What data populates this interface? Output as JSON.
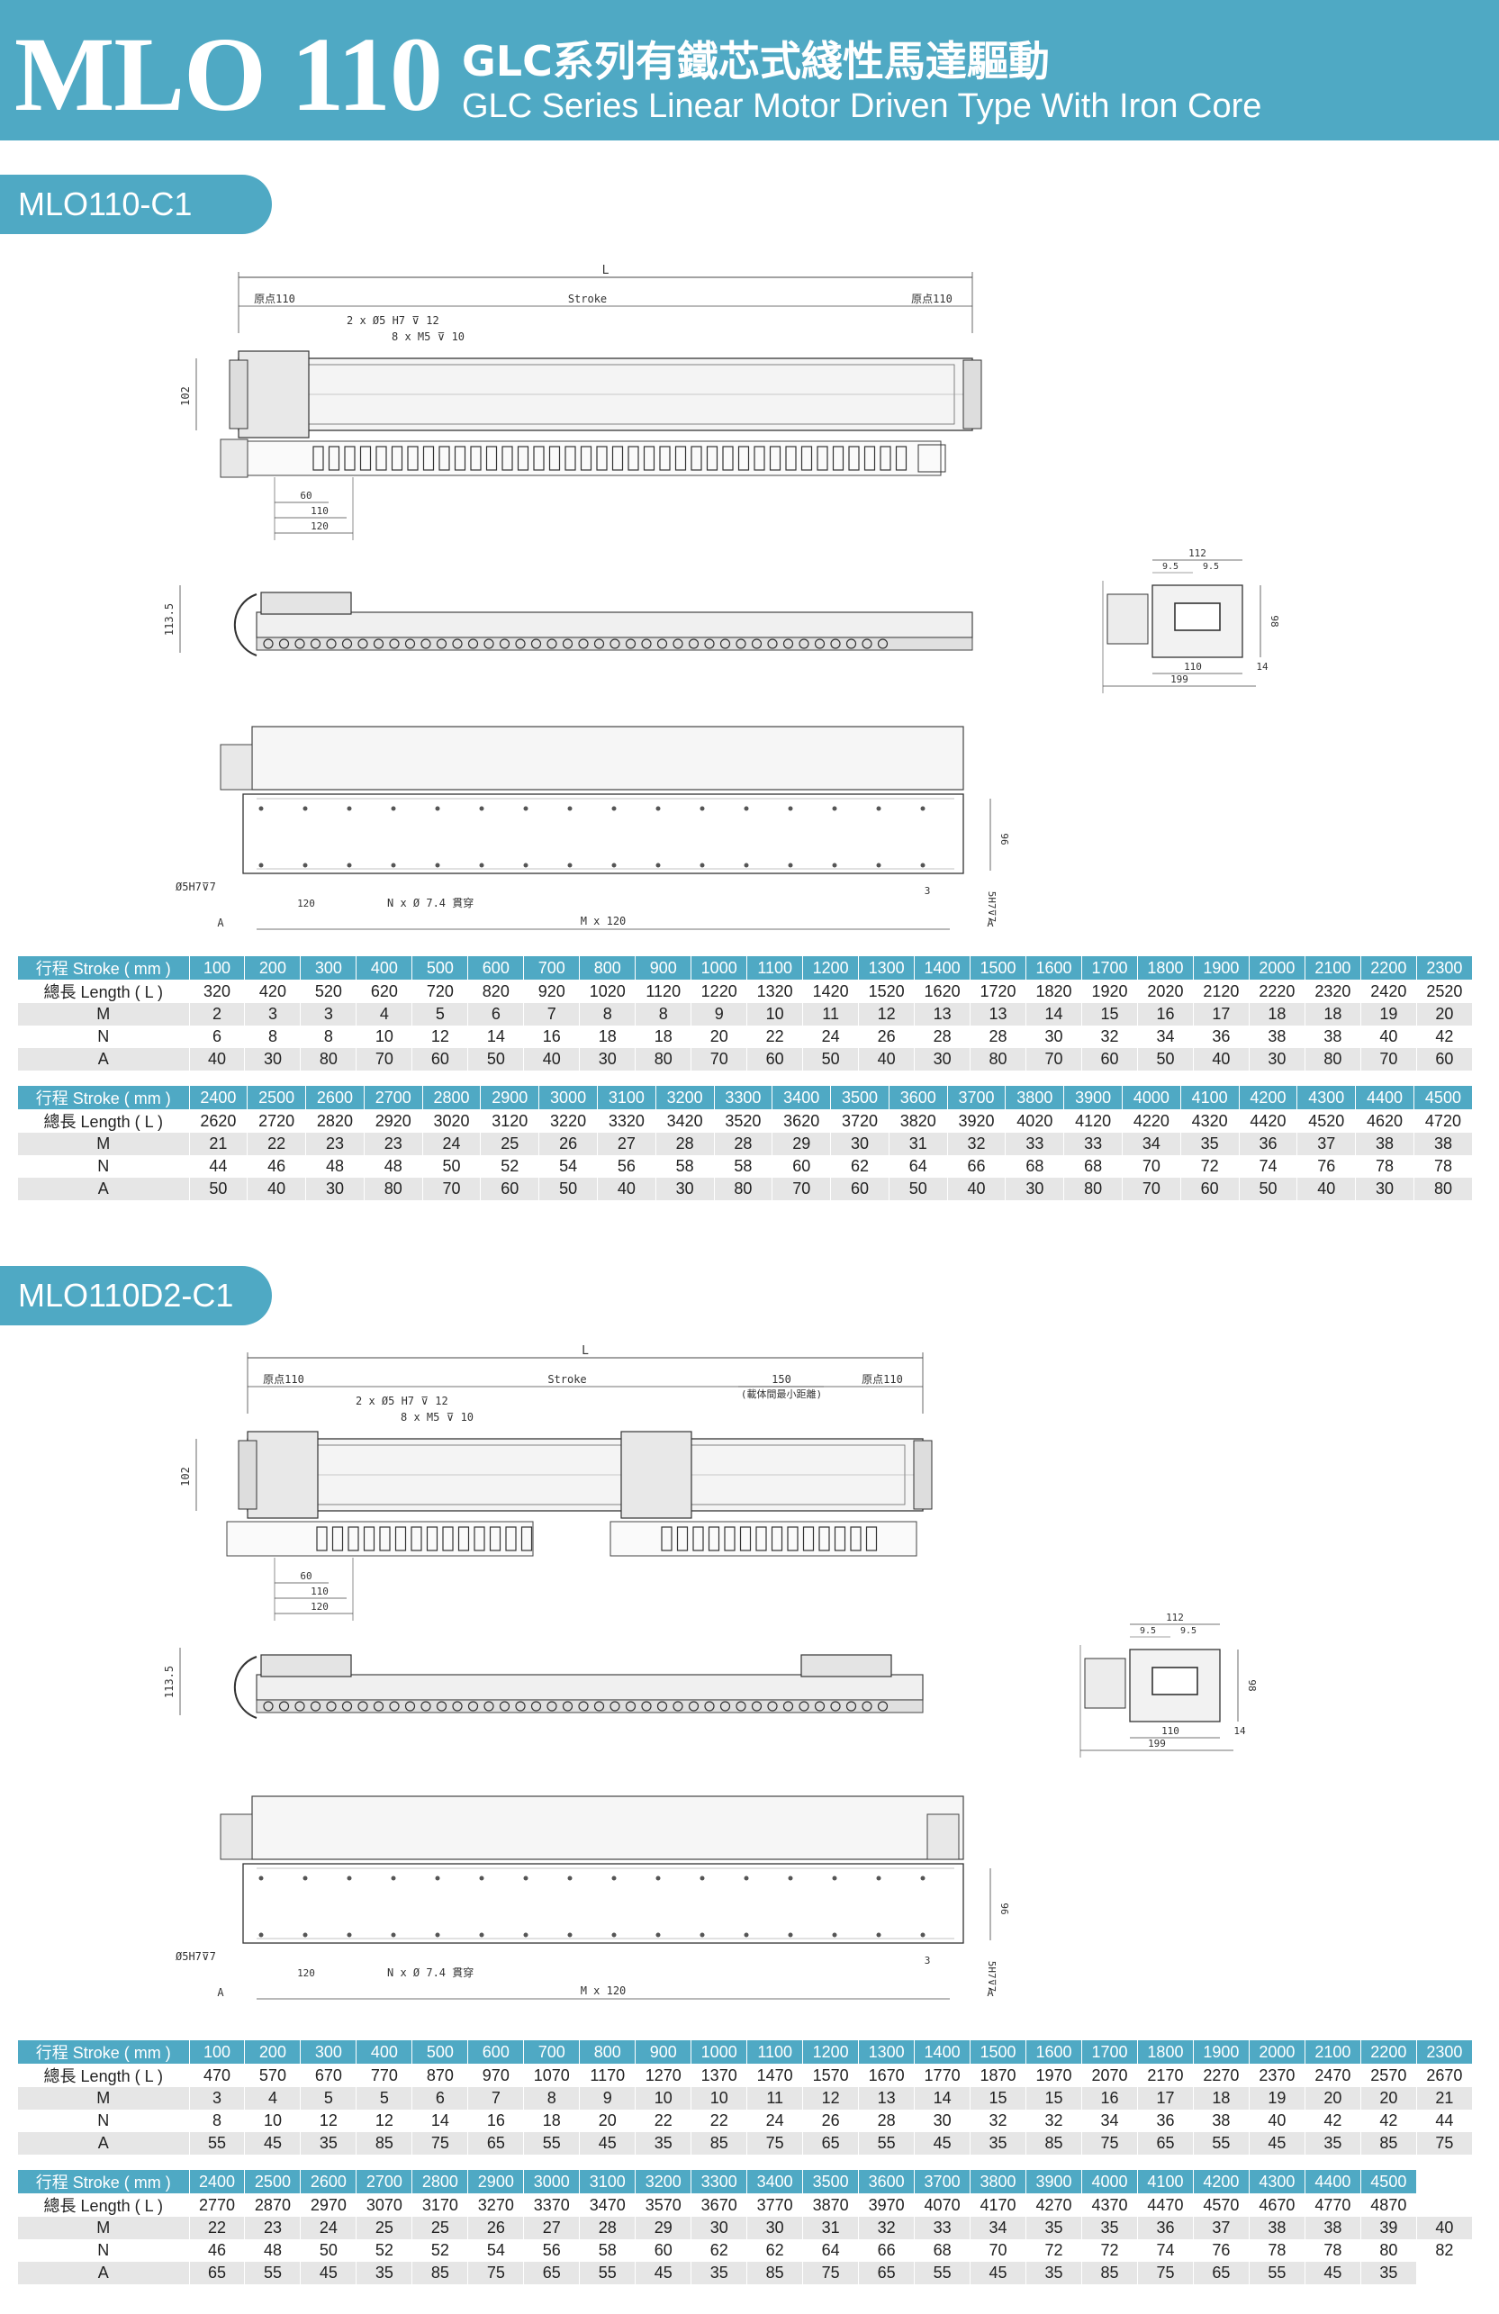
{
  "header": {
    "model": "MLO 110",
    "title_zh": "GLC系列有鐵芯式綫性馬達驅動",
    "title_en": "GLC Series Linear Motor Driven Type With Iron Core",
    "bar_color": "#4fa9c4"
  },
  "section1": {
    "tab": "MLO110-C1",
    "dims": {
      "L": "L",
      "stroke": "Stroke",
      "origin_left": "原点110",
      "origin_right": "原点110",
      "pin_hole": "2 x Ø5 H7 ⊽ 12",
      "tap_hole": "8 x M5 ⊽ 10",
      "h102": "102",
      "w60": "60",
      "w110": "110",
      "w120": "120",
      "w112": "112",
      "w95a": "9.5",
      "w95b": "9.5",
      "h98": "98",
      "w110b": "110",
      "w14": "14",
      "w199": "199",
      "h1135": "113.5",
      "hole_pin": "Ø5H7⊽7",
      "hole_pass": "N x Ø 7.4 貫穿",
      "pitch": "M x 120",
      "w120b": "120",
      "w3": "3",
      "h96": "96",
      "h5h7": "5H7⊽7",
      "marker_a1": "A",
      "marker_a2": "A"
    },
    "tables": [
      {
        "labels": [
          "行程 Stroke ( mm )",
          "總長 Length ( L )",
          "M",
          "N",
          "A"
        ],
        "stroke": [
          "100",
          "200",
          "300",
          "400",
          "500",
          "600",
          "700",
          "800",
          "900",
          "1000",
          "1100",
          "1200",
          "1300",
          "1400",
          "1500",
          "1600",
          "1700",
          "1800",
          "1900",
          "2000",
          "2100",
          "2200",
          "2300"
        ],
        "length": [
          "320",
          "420",
          "520",
          "620",
          "720",
          "820",
          "920",
          "1020",
          "1120",
          "1220",
          "1320",
          "1420",
          "1520",
          "1620",
          "1720",
          "1820",
          "1920",
          "2020",
          "2120",
          "2220",
          "2320",
          "2420",
          "2520"
        ],
        "M": [
          "2",
          "3",
          "3",
          "4",
          "5",
          "6",
          "7",
          "8",
          "8",
          "9",
          "10",
          "11",
          "12",
          "13",
          "13",
          "14",
          "15",
          "16",
          "17",
          "18",
          "18",
          "19",
          "20"
        ],
        "N": [
          "6",
          "8",
          "8",
          "10",
          "12",
          "14",
          "16",
          "18",
          "18",
          "20",
          "22",
          "24",
          "26",
          "28",
          "28",
          "30",
          "32",
          "34",
          "36",
          "38",
          "38",
          "40",
          "42"
        ],
        "A": [
          "40",
          "30",
          "80",
          "70",
          "60",
          "50",
          "40",
          "30",
          "80",
          "70",
          "60",
          "50",
          "40",
          "30",
          "80",
          "70",
          "60",
          "50",
          "40",
          "30",
          "80",
          "70",
          "60"
        ]
      },
      {
        "labels": [
          "行程 Stroke ( mm )",
          "總長 Length ( L )",
          "M",
          "N",
          "A"
        ],
        "stroke": [
          "2400",
          "2500",
          "2600",
          "2700",
          "2800",
          "2900",
          "3000",
          "3100",
          "3200",
          "3300",
          "3400",
          "3500",
          "3600",
          "3700",
          "3800",
          "3900",
          "4000",
          "4100",
          "4200",
          "4300",
          "4400",
          "4500"
        ],
        "length": [
          "2620",
          "2720",
          "2820",
          "2920",
          "3020",
          "3120",
          "3220",
          "3320",
          "3420",
          "3520",
          "3620",
          "3720",
          "3820",
          "3920",
          "4020",
          "4120",
          "4220",
          "4320",
          "4420",
          "4520",
          "4620",
          "4720"
        ],
        "M": [
          "21",
          "22",
          "23",
          "23",
          "24",
          "25",
          "26",
          "27",
          "28",
          "28",
          "29",
          "30",
          "31",
          "32",
          "33",
          "33",
          "34",
          "35",
          "36",
          "37",
          "38",
          "38"
        ],
        "N": [
          "44",
          "46",
          "48",
          "48",
          "50",
          "52",
          "54",
          "56",
          "58",
          "58",
          "60",
          "62",
          "64",
          "66",
          "68",
          "68",
          "70",
          "72",
          "74",
          "76",
          "78",
          "78"
        ],
        "A": [
          "50",
          "40",
          "30",
          "80",
          "70",
          "60",
          "50",
          "40",
          "30",
          "80",
          "70",
          "60",
          "50",
          "40",
          "30",
          "80",
          "70",
          "60",
          "50",
          "40",
          "30",
          "80"
        ]
      }
    ]
  },
  "section2": {
    "tab": "MLO110D2-C1",
    "dims": {
      "L": "L",
      "stroke": "Stroke",
      "origin_left": "原点110",
      "origin_right": "原点110",
      "gap150": "150",
      "gap_note": "(載体間最小距離)",
      "pin_hole": "2 x Ø5 H7 ⊽ 12",
      "tap_hole": "8 x M5 ⊽ 10",
      "h102": "102",
      "w60": "60",
      "w110": "110",
      "w120": "120",
      "w112": "112",
      "w95a": "9.5",
      "w95b": "9.5",
      "h98": "98",
      "w110b": "110",
      "w14": "14",
      "w199": "199",
      "h1135": "113.5",
      "hole_pin": "Ø5H7⊽7",
      "hole_pass": "N x Ø 7.4 貫穿",
      "pitch": "M x 120",
      "w120b": "120",
      "w3": "3",
      "h96": "96",
      "h5h7": "5H7⊽7",
      "marker_a1": "A",
      "marker_a2": "A"
    },
    "tables": [
      {
        "labels": [
          "行程 Stroke ( mm )",
          "總長 Length ( L )",
          "M",
          "N",
          "A"
        ],
        "stroke": [
          "100",
          "200",
          "300",
          "400",
          "500",
          "600",
          "700",
          "800",
          "900",
          "1000",
          "1100",
          "1200",
          "1300",
          "1400",
          "1500",
          "1600",
          "1700",
          "1800",
          "1900",
          "2000",
          "2100",
          "2200",
          "2300"
        ],
        "length": [
          "470",
          "570",
          "670",
          "770",
          "870",
          "970",
          "1070",
          "1170",
          "1270",
          "1370",
          "1470",
          "1570",
          "1670",
          "1770",
          "1870",
          "1970",
          "2070",
          "2170",
          "2270",
          "2370",
          "2470",
          "2570",
          "2670"
        ],
        "M": [
          "3",
          "4",
          "5",
          "5",
          "6",
          "7",
          "8",
          "9",
          "10",
          "10",
          "11",
          "12",
          "13",
          "14",
          "15",
          "15",
          "16",
          "17",
          "18",
          "19",
          "20",
          "20",
          "21"
        ],
        "N": [
          "8",
          "10",
          "12",
          "12",
          "14",
          "16",
          "18",
          "20",
          "22",
          "22",
          "24",
          "26",
          "28",
          "30",
          "32",
          "32",
          "34",
          "36",
          "38",
          "40",
          "42",
          "42",
          "44"
        ],
        "A": [
          "55",
          "45",
          "35",
          "85",
          "75",
          "65",
          "55",
          "45",
          "35",
          "85",
          "75",
          "65",
          "55",
          "45",
          "35",
          "85",
          "75",
          "65",
          "55",
          "45",
          "35",
          "85",
          "75"
        ]
      },
      {
        "labels": [
          "行程 Stroke ( mm )",
          "總長 Length ( L )",
          "M",
          "N",
          "A"
        ],
        "stroke": [
          "2400",
          "2500",
          "2600",
          "2700",
          "2800",
          "2900",
          "3000",
          "3100",
          "3200",
          "3300",
          "3400",
          "3500",
          "3600",
          "3700",
          "3800",
          "3900",
          "4000",
          "4100",
          "4200",
          "4300",
          "4400",
          "4500"
        ],
        "length": [
          "2770",
          "2870",
          "2970",
          "3070",
          "3170",
          "3270",
          "3370",
          "3470",
          "3570",
          "3670",
          "3770",
          "3870",
          "3970",
          "4070",
          "4170",
          "4270",
          "4370",
          "4470",
          "4570",
          "4670",
          "4770",
          "4870"
        ],
        "M": [
          "22",
          "23",
          "24",
          "25",
          "25",
          "26",
          "27",
          "28",
          "29",
          "30",
          "30",
          "31",
          "32",
          "33",
          "34",
          "35",
          "35",
          "36",
          "37",
          "38",
          "38",
          "39",
          "40"
        ],
        "N": [
          "46",
          "48",
          "50",
          "52",
          "52",
          "54",
          "56",
          "58",
          "60",
          "62",
          "62",
          "64",
          "66",
          "68",
          "70",
          "72",
          "72",
          "74",
          "76",
          "78",
          "78",
          "80",
          "82"
        ],
        "A": [
          "65",
          "55",
          "45",
          "35",
          "85",
          "75",
          "65",
          "55",
          "45",
          "35",
          "85",
          "75",
          "65",
          "55",
          "45",
          "35",
          "85",
          "75",
          "65",
          "55",
          "45",
          "35"
        ]
      }
    ]
  }
}
